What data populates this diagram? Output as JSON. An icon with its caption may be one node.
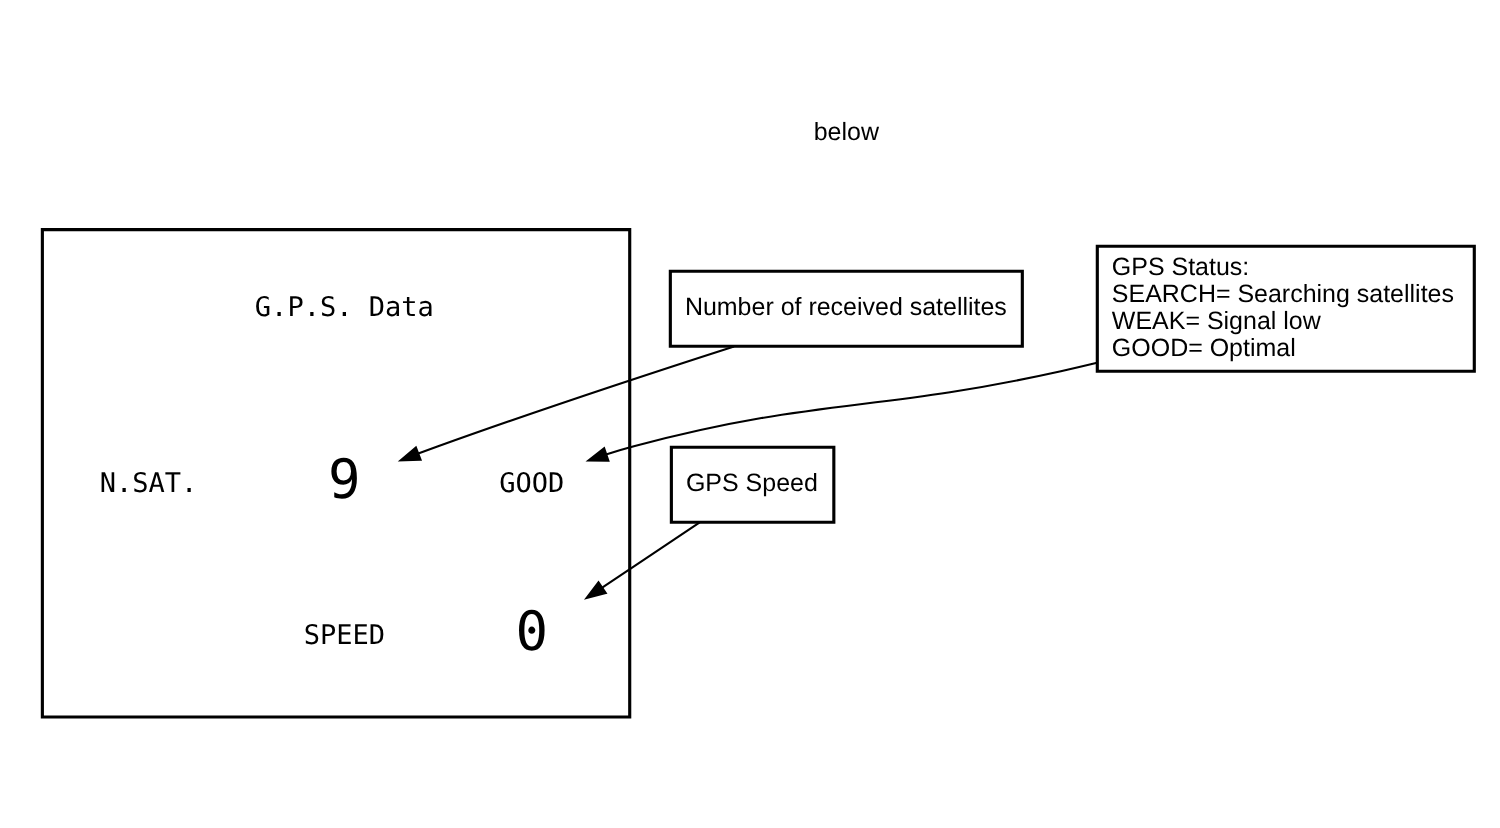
{
  "diagram": {
    "nodes": [
      {
        "text": [
          "Number of received satellites"
        ]
      },
      {
        "text": [
          "GPS Status:",
          "SEARCH= Searching satellites",
          "WEAK= Signal low",
          "GOOD= Optimal"
        ]
      },
      {
        "text": [],
        "shape": "box"
      },
      {
        "text": [
          "G.P.S. Data"
        ],
        "in": 2
      },
      {
        "text": [
          "N.SAT."
        ],
        "in": 2
      },
      {
        "text": [
          "9"
        ],
        "in": 2
      },
      {
        "text": [
          "GOOD"
        ],
        "in": 2
      },
      {
        "text": [
          "GPS Speed"
        ]
      },
      {
        "text": [
          "SPEED"
        ],
        "in": 2
      },
      {
        "text": [
          "0"
        ],
        "in": 2
      }
    ],
    "edges": [
      {
        "from": 0,
        "to": 5,
        "arrow": "to"
      },
      {
        "from": 1,
        "to": 6,
        "arrow": "to"
      },
      {
        "from": 7,
        "to": 9,
        "arrow": "to"
      }
    ],
    "labels": [
      "below"
    ]
  }
}
